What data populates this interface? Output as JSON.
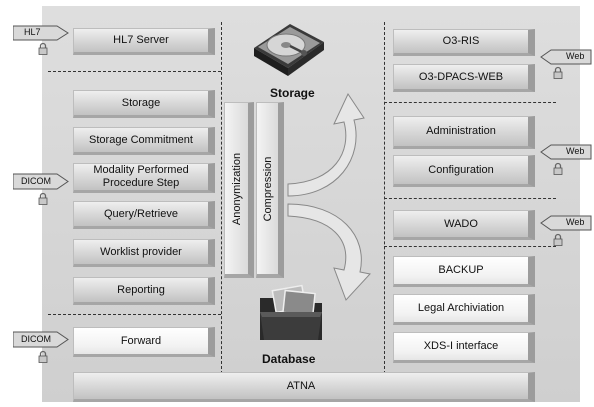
{
  "left_inputs": {
    "hl7": "HL7",
    "dicom_1": "DICOM",
    "dicom_2": "DICOM"
  },
  "right_inputs": {
    "web_1": "Web",
    "web_2": "Web",
    "web_3": "Web"
  },
  "left_modules": {
    "hl7_server": "HL7 Server",
    "storage": "Storage",
    "storage_commitment": "Storage Commitment",
    "mpps_line1": "Modality Performed",
    "mpps_line2": "Procedure Step",
    "query_retrieve": "Query/Retrieve",
    "worklist_provider": "Worklist provider",
    "reporting": "Reporting",
    "forward": "Forward"
  },
  "center": {
    "anonymization": "Anonymization",
    "compression": "Compression",
    "storage_caption": "Storage",
    "database_caption": "Database"
  },
  "right_modules": {
    "o3_ris": "O3-RIS",
    "o3_dpacs_web": "O3-DPACS-WEB",
    "administration": "Administration",
    "configuration": "Configuration",
    "wado": "WADO",
    "backup": "BACKUP",
    "legal_archiviation": "Legal Archiviation",
    "xds_interface": "XDS-I interface"
  },
  "bottom": {
    "atna": "ATNA"
  },
  "icons": {
    "lock": "padlock-icon",
    "arrow": "arrow-tag-icon",
    "disk": "hard-disk-icon",
    "database": "photo-folder-icon"
  }
}
